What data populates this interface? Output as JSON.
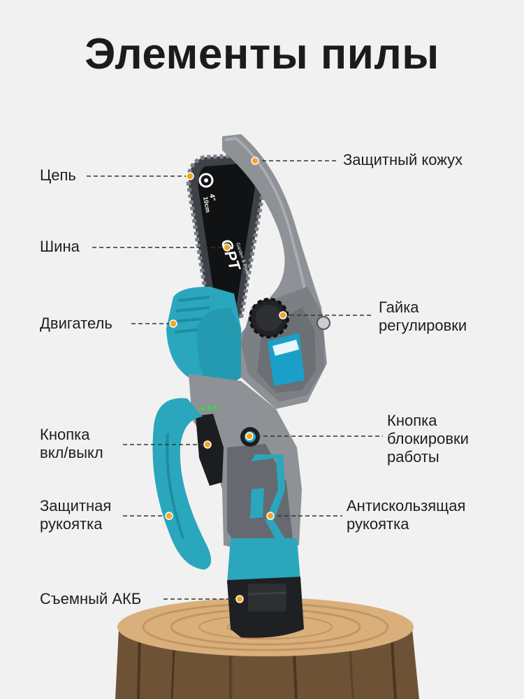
{
  "title": "Элементы пилы",
  "colors": {
    "accent": "#2aa7bd",
    "marker": "#f5a623",
    "shell": "#8e9196",
    "background": "#f1f1f1"
  },
  "bar_print": {
    "brand": "GPT",
    "size_line1": "4\"",
    "size_line2": "10cm",
    "tagline": "Garden & Power Tools"
  },
  "labels": {
    "chain": "Цепь",
    "bar": "Шина",
    "motor": "Двигатель",
    "power_button": [
      "Кнопка",
      "вкл/выкл"
    ],
    "guard_handle": [
      "Защитная",
      "рукоятка"
    ],
    "battery": "Съемный АКБ",
    "cover": "Защитный кожух",
    "nut": [
      "Гайка",
      "регулировки"
    ],
    "lock_button": [
      "Кнопка",
      "блокировки",
      "работы"
    ],
    "grip": [
      "Антискользящая",
      "рукоятка"
    ]
  }
}
